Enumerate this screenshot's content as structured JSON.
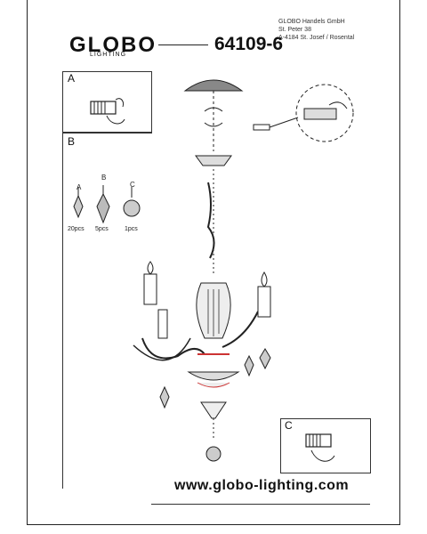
{
  "header": {
    "brand": "GLOBO",
    "brand_sub": "LIGHTING",
    "model": "64109-6",
    "address": [
      "GLOBO Handels GmbH",
      "St. Peter 38",
      "A-4184 St. Josef / Rosental"
    ]
  },
  "sections": {
    "a_label": "A",
    "b_label": "B",
    "c_label": "C",
    "c_box_label": "C"
  },
  "crystals": [
    {
      "letter": "A",
      "qty": "20pcs"
    },
    {
      "letter": "B",
      "qty": "5pcs"
    },
    {
      "letter": "C",
      "qty": "1pcs"
    }
  ],
  "footer": {
    "url": "www.globo-lighting.com"
  }
}
